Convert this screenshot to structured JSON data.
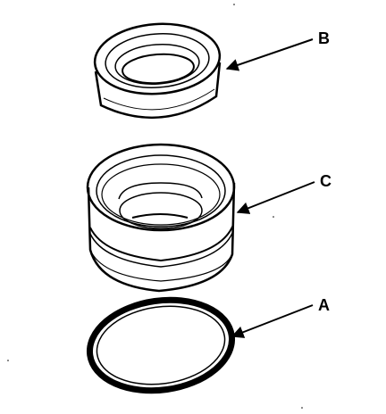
{
  "callouts": {
    "b": "B",
    "c": "C",
    "a": "A"
  },
  "colors": {
    "ink": "#000000",
    "paper": "#ffffff"
  }
}
